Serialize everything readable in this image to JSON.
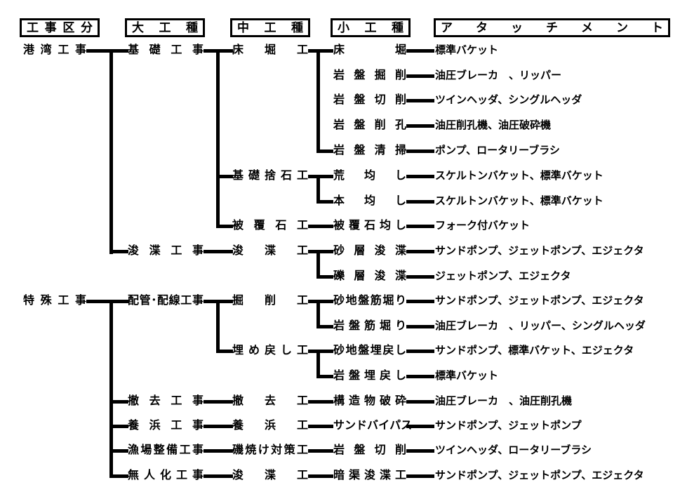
{
  "diagram": {
    "background": "#ffffff",
    "line_color": "#000000",
    "text_color": "#000000"
  },
  "headers": {
    "kubun": "工事区分",
    "dai": "大工種",
    "chu": "中工種",
    "sho": "小工種",
    "attachment": "アタッチメント"
  },
  "rows": [
    {
      "kubun": "港湾工事",
      "dai": "基礎工事",
      "chu": "床堀工",
      "sho": "床堀",
      "attachment": "標準バケット"
    },
    {
      "sho": "岩盤掘削",
      "attachment": "油圧ブレーカ　、リッパー"
    },
    {
      "sho": "岩盤切削",
      "attachment": "ツインヘッダ、シングルヘッダ"
    },
    {
      "sho": "岩盤削孔",
      "attachment": "油圧削孔機、油圧破砕機"
    },
    {
      "sho": "岩盤清掃",
      "attachment": "ポンプ、ロータリーブラシ"
    },
    {
      "chu": "基礎捨石工",
      "sho": "荒均し",
      "attachment": "スケルトンバケット、標準バケット"
    },
    {
      "sho": "本均し",
      "attachment": "スケルトンバケット、標準バケット"
    },
    {
      "chu": "被覆石工",
      "sho": "被覆石均し",
      "attachment": "フォーク付バケット"
    },
    {
      "dai": "浚渫工事",
      "chu": "浚渫工",
      "sho": "砂層浚渫",
      "attachment": "サンドポンプ、ジェットポンプ、エジェクタ"
    },
    {
      "sho": "礫層浚渫",
      "attachment": "ジェットポンプ、エジェクタ"
    },
    {
      "kubun": "特殊工事",
      "dai": "配管･配線工事",
      "chu": "掘削工",
      "sho": "砂地盤筋堀り",
      "attachment": "サンドポンプ、ジェットポンプ、エジェクタ"
    },
    {
      "sho": "岩盤筋堀り",
      "attachment": "油圧ブレーカ　、リッパー、シングルヘッダ"
    },
    {
      "chu": "埋め戻し工",
      "sho": "砂地盤埋戻し",
      "attachment": "サンドポンプ、標準バケット、エジェクタ"
    },
    {
      "sho": "岩盤埋戻し",
      "attachment": "標準バケット"
    },
    {
      "dai": "撤去工事",
      "chu": "撤去工",
      "sho": "構造物破砕",
      "attachment": "油圧ブレーカ　、油圧削孔機"
    },
    {
      "dai": "養浜工事",
      "chu": "養浜工",
      "sho": "サンドバイパス",
      "attachment": "サンドポンプ、ジェットポンプ"
    },
    {
      "dai": "漁場整備工事",
      "chu": "磯焼け対策工",
      "sho": "岩盤切削",
      "attachment": "ツインヘッダ、ロータリーブラシ"
    },
    {
      "dai": "無人化工事",
      "chu": "浚渫工",
      "sho": "暗渠浚渫工",
      "attachment": "サンドポンプ、ジェットポンプ、エジェクタ"
    }
  ]
}
